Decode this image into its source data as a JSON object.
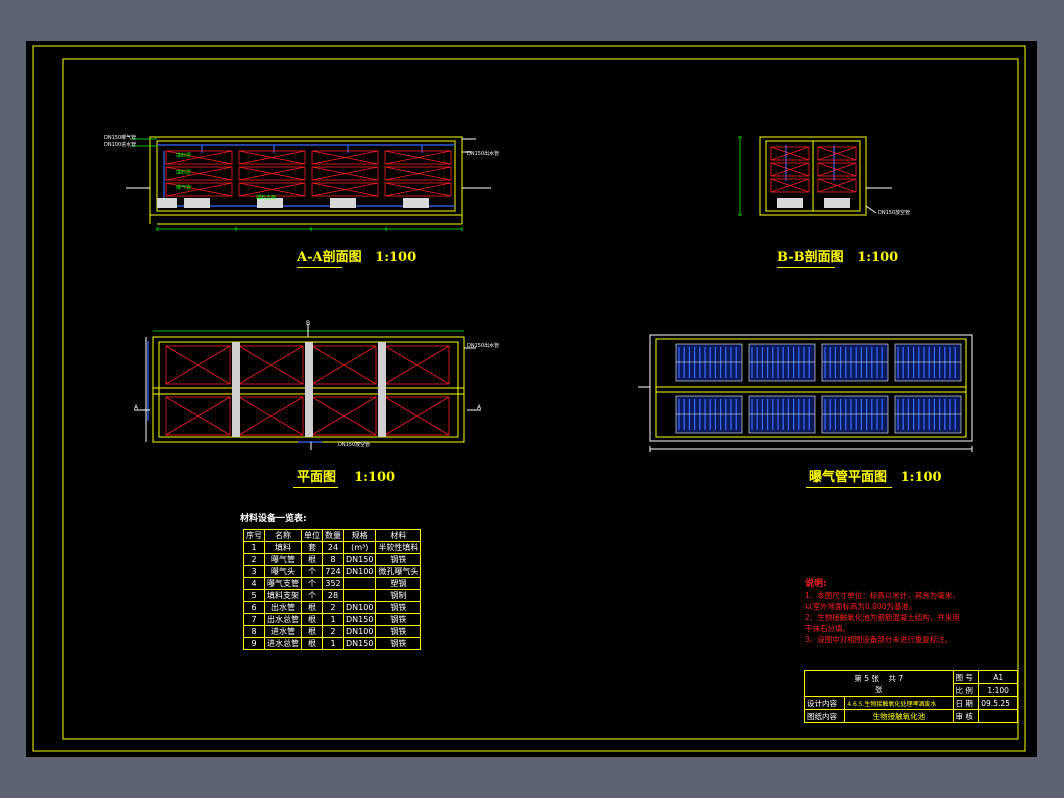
{
  "views": {
    "section_aa": "A-A剖面图",
    "section_bb": "B-B剖面图",
    "plan": "平面图",
    "aeration_plan": "曝气管平面图",
    "scale": "1:100"
  },
  "callouts": {
    "aa_pipe1": "DN150曝气管",
    "aa_pipe2": "DN100进水管",
    "aa_outlet": "DN150出水管",
    "aa_label1": "填料层",
    "aa_label2": "填料层",
    "aa_label3": "曝气管",
    "aa_label4": "填料支架",
    "bb_drain": "DN150放空管",
    "plan_outlet": "DN150出水管",
    "plan_drain": "DN150放空管",
    "plan_mark_a1": "A",
    "plan_mark_a2": "A",
    "plan_mark_b": "B"
  },
  "materials": {
    "title": "材料设备一览表:",
    "headers": [
      "序号",
      "名称",
      "单位",
      "数量",
      "规格",
      "材料"
    ],
    "rows": [
      [
        "1",
        "填料",
        "套",
        "24",
        "(m³)",
        "半软性填料"
      ],
      [
        "2",
        "曝气管",
        "根",
        "8",
        "DN150",
        "钢铁"
      ],
      [
        "3",
        "曝气头",
        "个",
        "724",
        "DN100",
        "微孔曝气头"
      ],
      [
        "4",
        "曝气支管",
        "个",
        "352",
        "",
        "塑钢"
      ],
      [
        "5",
        "填料支架",
        "个",
        "28",
        "",
        "钢制"
      ],
      [
        "6",
        "出水管",
        "根",
        "2",
        "DN100",
        "钢铁"
      ],
      [
        "7",
        "出水总管",
        "根",
        "1",
        "DN150",
        "钢铁"
      ],
      [
        "8",
        "进水管",
        "根",
        "2",
        "DN100",
        "钢铁"
      ],
      [
        "9",
        "进水总管",
        "根",
        "1",
        "DN150",
        "钢铁"
      ]
    ]
  },
  "notes": {
    "title": "说明:",
    "lines": [
      "1、本图尺寸单位：标高以米计，其余为毫米，",
      "以室外地面标高为0.000为基准。",
      "2、生物接触氧化池为钢筋混凝土结构，并采用",
      "干抹石分填。",
      "3、设图中对相图设备部分未进行重复标注。"
    ]
  },
  "title_block": {
    "sheet": "第 5 张",
    "total": "共 7",
    "sheet_suffix": "张",
    "design_label": "设计内容",
    "design_value": "4.6.5.生物接触氧化处理啤酒废水",
    "drawing_label": "图纸内容",
    "drawing_value": "生物接触氧化池",
    "drawing_no_label": "图 号",
    "drawing_no": "A1",
    "scale_label": "比 例",
    "scale_value": "1:100",
    "date_label": "日 期",
    "date_value": "09.5.25",
    "review_label": "审 核"
  }
}
